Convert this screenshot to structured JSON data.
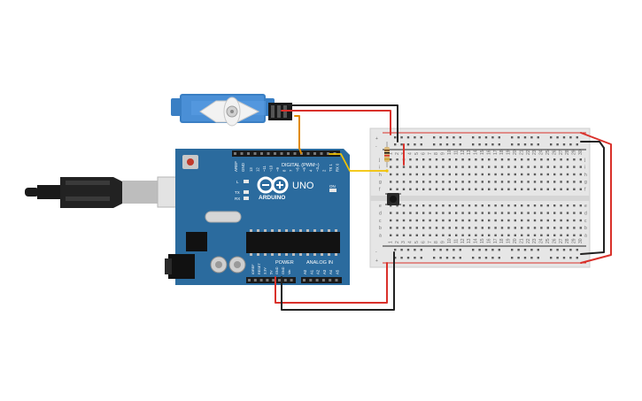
{
  "arduino": {
    "brand": "ARDUINO",
    "model": "UNO",
    "digital_label": "DIGITAL (PWM~)",
    "power_label": "POWER",
    "analog_label": "ANALOG IN",
    "aref_label": "AREF",
    "gnd_label": "GND",
    "l_label": "L",
    "tx_label": "TX",
    "rx_label": "RX",
    "on_label": "ON",
    "digital_pins": [
      "13",
      "12",
      "~11",
      "~10",
      "~9",
      "8",
      "7",
      "~6",
      "~5",
      "4",
      "~3",
      "2",
      "TX 1",
      "RX 0"
    ],
    "power_pins": [
      "IOREF",
      "RESET",
      "3.3V",
      "5V",
      "GND",
      "GND",
      "Vin"
    ],
    "analog_pins": [
      "A0",
      "A1",
      "A2",
      "A3",
      "A4",
      "A5"
    ]
  },
  "breadboard": {
    "row_letters_top": [
      "j",
      "i",
      "h",
      "g",
      "f"
    ],
    "row_letters_bottom": [
      "e",
      "d",
      "c",
      "b",
      "a"
    ],
    "columns": [
      "1",
      "2",
      "3",
      "4",
      "5",
      "6",
      "7",
      "8",
      "9",
      "10",
      "11",
      "12",
      "13",
      "14",
      "15",
      "16",
      "17",
      "18",
      "19",
      "20",
      "21",
      "22",
      "23",
      "24",
      "25",
      "26",
      "27",
      "28",
      "29",
      "30"
    ],
    "rail_plus": "+",
    "rail_minus": "-"
  },
  "colors": {
    "board": "#2b6b9e",
    "breadboard": "#e6e6e6",
    "wire_red": "#d9312b",
    "wire_black": "#222222",
    "wire_yellow": "#f2c200",
    "wire_orange": "#e08a00",
    "servo_body": "#3a7fc4"
  },
  "icons": {
    "usb_cable": "usb-cable-icon",
    "servo": "servo-motor-icon",
    "resistor": "resistor-icon",
    "pushbutton": "pushbutton-icon",
    "dc_jack": "dc-jack-icon"
  }
}
